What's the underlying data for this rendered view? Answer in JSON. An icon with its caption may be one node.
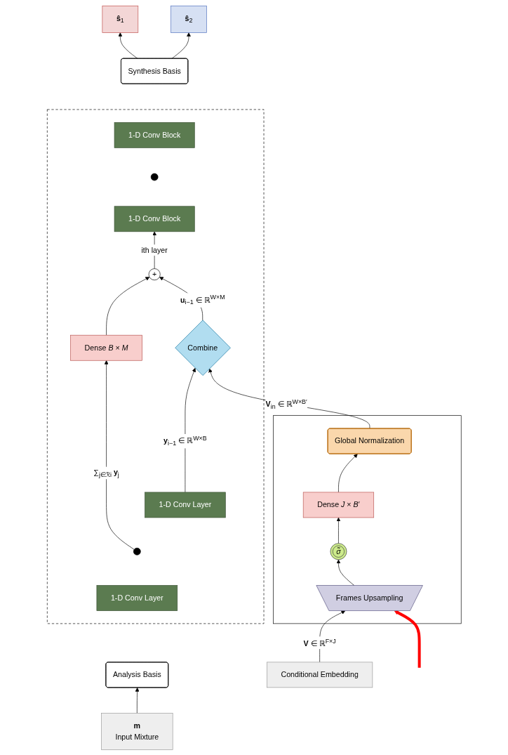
{
  "diagram": {
    "nodes": [
      {
        "text": [
          "**ŝ**$_{1}$"
        ]
      },
      {
        "text": [
          "**ŝ**$_{2}$"
        ]
      },
      {
        "text": [
          "Synthesis Basis"
        ]
      },
      {
        "text": [],
        "shape": "box"
      },
      {
        "text": [
          "1-D Conv Block"
        ],
        "in": 3
      },
      {
        "text": [],
        "shape": "dots",
        "in": 3
      },
      {
        "text": [
          "1-D Conv Block"
        ],
        "in": 3
      },
      {
        "text": [
          "+"
        ],
        "in": 3
      },
      {
        "text": [
          "Dense *B* × *M*"
        ],
        "in": 3
      },
      {
        "text": [
          "Combine"
        ],
        "in": 3
      },
      {
        "text": [
          "1-D Conv Layer"
        ],
        "in": 3
      },
      {
        "text": [],
        "shape": "dots",
        "in": 3
      },
      {
        "text": [
          "1-D Conv Layer"
        ],
        "in": 3
      },
      {
        "text": [],
        "shape": "box"
      },
      {
        "text": [
          "Global Normalization"
        ],
        "in": 13
      },
      {
        "text": [
          "Dense *J* × *B*′"
        ],
        "in": 13
      },
      {
        "text": [
          "*σ̃*"
        ],
        "in": 13
      },
      {
        "text": [
          "Frames Upsampling"
        ],
        "in": 13
      },
      {
        "text": [
          "Analysis Basis"
        ]
      },
      {
        "text": [
          "**m**",
          "Input Mixture"
        ]
      },
      {
        "text": [
          "Conditional Embedding"
        ]
      }
    ],
    "edges": [
      {
        "from": 2,
        "to": 0,
        "arrow": "to"
      },
      {
        "from": 2,
        "to": 1,
        "arrow": "to"
      },
      {
        "from": 7,
        "to": 6,
        "arrow": "to",
        "label": "ith layer"
      },
      {
        "from": 9,
        "to": 7,
        "arrow": "to",
        "label": "**u**$_{i−1}$ ∈ ℝ$^{W×M}$"
      },
      {
        "from": 8,
        "to": 7,
        "arrow": "to"
      },
      {
        "from": 10,
        "to": 9,
        "arrow": "to",
        "label": "**y**$_{i−1}$ ∈ ℝ$^{W×B}$"
      },
      {
        "from": 11,
        "to": 8,
        "arrow": "to",
        "label": "∑$_{j∈ℛi}$ **y**$_{j}$"
      },
      {
        "from": 14,
        "to": 9,
        "arrow": "to",
        "label": "**V**$_{in}$ ∈ ℝ$^{W×B′}$"
      },
      {
        "from": 19,
        "to": 18,
        "arrow": "to"
      },
      {
        "from": 20,
        "to": 17,
        "arrow": "to",
        "label": "**V** ∈ ℝ$^{F×J}$"
      },
      {
        "from": 17,
        "to": 16,
        "arrow": "to"
      },
      {
        "from": 16,
        "to": 15,
        "arrow": "to"
      },
      {
        "from": 15,
        "to": 14,
        "arrow": "to"
      },
      {
        "from": null,
        "to": 17,
        "arrow": "to",
        "style": "thick",
        "color": "#ff0000"
      }
    ]
  }
}
